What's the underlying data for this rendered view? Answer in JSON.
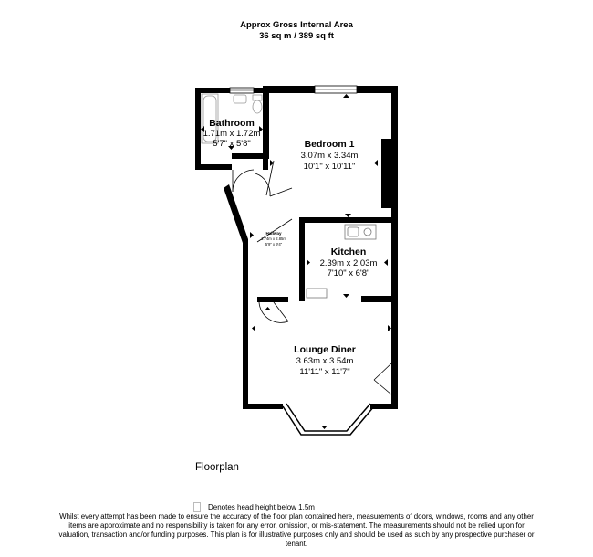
{
  "header": {
    "title": "Approx Gross Internal Area",
    "area": "36 sq m / 389 sq ft"
  },
  "rooms": {
    "bathroom": {
      "name": "Bathroom",
      "metric": "1.71m x 1.72m",
      "imperial": "5'7\" x 5'8\""
    },
    "bedroom": {
      "name": "Bedroom 1",
      "metric": "3.07m x 3.34m",
      "imperial": "10'1\" x 10'11\""
    },
    "hallway": {
      "name": "Hallway",
      "metric": "1.74m x 2.85m",
      "imperial": "5'9\" x 9'4\""
    },
    "kitchen": {
      "name": "Kitchen",
      "metric": "2.39m x 2.03m",
      "imperial": "7'10\" x 6'8\""
    },
    "lounge": {
      "name": "Lounge Diner",
      "metric": "3.63m x 3.54m",
      "imperial": "11'11\" x 11'7\""
    }
  },
  "floor_label": "Floorplan",
  "legend": {
    "text": "Denotes head height below 1.5m"
  },
  "disclaimer": "Whilst every attempt has been made to ensure the accuracy of the floor plan contained here, measurements of doors, windows, rooms and any other items are approximate and no responsibility is taken for any error, omission, or mis-statement. The measurements should not be relied upon for valuation, transaction and/or funding purposes. This plan is for illustrative purposes only and should be used as such by any prospective purchaser or tenant.",
  "colors": {
    "wall": "#000000",
    "background": "#ffffff",
    "fixture_line": "#888888"
  }
}
